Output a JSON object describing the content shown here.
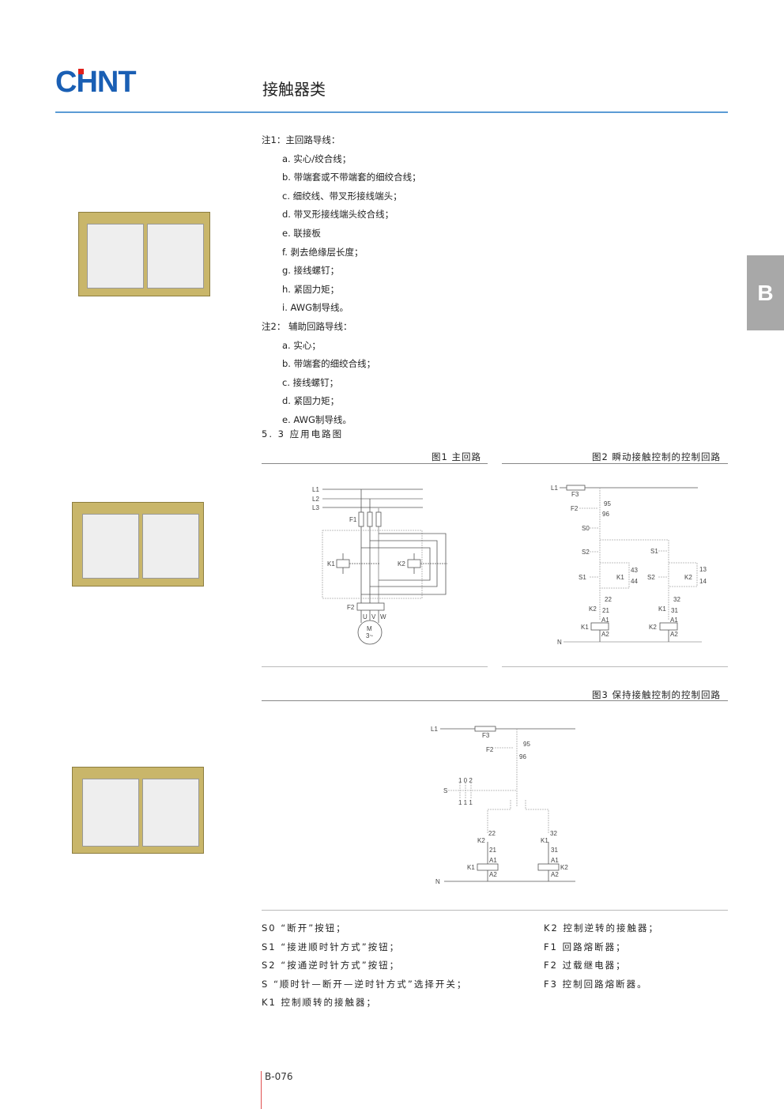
{
  "header": {
    "logo": "CHNT",
    "title": "接触器类",
    "side_tab": "B"
  },
  "notes": [
    {
      "text": "注1：主回路导线：",
      "indent": false
    },
    {
      "text": "a. 实心/绞合线；",
      "indent": true
    },
    {
      "text": "b. 带端套或不带端套的细绞合线；",
      "indent": true
    },
    {
      "text": "c. 细绞线、带叉形接线端头；",
      "indent": true
    },
    {
      "text": "d. 带叉形接线端头绞合线；",
      "indent": true
    },
    {
      "text": "e. 联接板",
      "indent": true
    },
    {
      "text": "f. 剥去绝缘层长度；",
      "indent": true
    },
    {
      "text": "g. 接线螺钉；",
      "indent": true
    },
    {
      "text": "h. 紧固力矩；",
      "indent": true
    },
    {
      "text": "i. AWG制导线。",
      "indent": true
    },
    {
      "text": "注2：  辅助回路导线：",
      "indent": false
    },
    {
      "text": "a. 实心；",
      "indent": true
    },
    {
      "text": "b. 带端套的细绞合线；",
      "indent": true
    },
    {
      "text": "c. 接线螺钉；",
      "indent": true
    },
    {
      "text": "d. 紧固力矩；",
      "indent": true
    },
    {
      "text": "e. AWG制导线。",
      "indent": true
    }
  ],
  "section_title": "5. 3 应用电路图",
  "figures": {
    "fig1": {
      "caption": "图1 主回路",
      "labels": {
        "L1": "L1",
        "L2": "L2",
        "L3": "L3",
        "F1": "F1",
        "K1": "K1",
        "K2": "K2",
        "F2": "F2",
        "U": "U",
        "V": "V",
        "W": "W",
        "M": "M",
        "phase": "3~"
      }
    },
    "fig2": {
      "caption": "图2 瞬动接触控制的控制回路",
      "labels": {
        "L1": "L1",
        "F3": "F3",
        "F2": "F2",
        "n95": "95",
        "n96": "96",
        "S0": "S0",
        "S2a": "S2",
        "S1a": "S1",
        "S1b": "S1",
        "K1a": "K1",
        "n43": "43",
        "n44": "44",
        "S2b": "S2",
        "K2a": "K2",
        "n13": "13",
        "n14": "14",
        "n22": "22",
        "K2b": "K2",
        "n21": "21",
        "n32": "32",
        "K1b": "K1",
        "n31": "31",
        "A1a": "A1",
        "A1b": "A1",
        "K1c": "K1",
        "K2c": "K2",
        "A2a": "A2",
        "A2b": "A2",
        "N": "N"
      }
    },
    "fig3": {
      "caption": "图3 保持接触控制的控制回路",
      "labels": {
        "L1": "L1",
        "F3": "F3",
        "F2": "F2",
        "n95": "95",
        "n96": "96",
        "pos": "1 0 2",
        "S": "S",
        "ones": "1 1 1",
        "n22": "22",
        "K2a": "K2",
        "n21": "21",
        "n32": "32",
        "K1a": "K1",
        "n31": "31",
        "A1a": "A1",
        "A1b": "A1",
        "K1": "K1",
        "K2": "K2",
        "A2a": "A2",
        "A2b": "A2",
        "N": "N"
      }
    }
  },
  "legend": {
    "left": [
      "S0 “断开”按钮；",
      "S1 “接进顺时针方式”按钮；",
      "S2 “按通逆时针方式”按钮；",
      "S “顺时针—断开—逆时针方式”选择开关；",
      "K1 控制顺转的接触器；"
    ],
    "right": [
      "K2 控制逆转的接触器；",
      "F1 回路熔断器；",
      "F2 过载继电器；",
      "F3 控制回路熔断器。"
    ]
  },
  "footer": {
    "page_number": "B-076"
  },
  "colors": {
    "brand_blue": "#1a5fb4",
    "brand_red": "#e0201b",
    "rule_blue": "#5b9bd5",
    "tab_gray": "#a8a8a8"
  }
}
